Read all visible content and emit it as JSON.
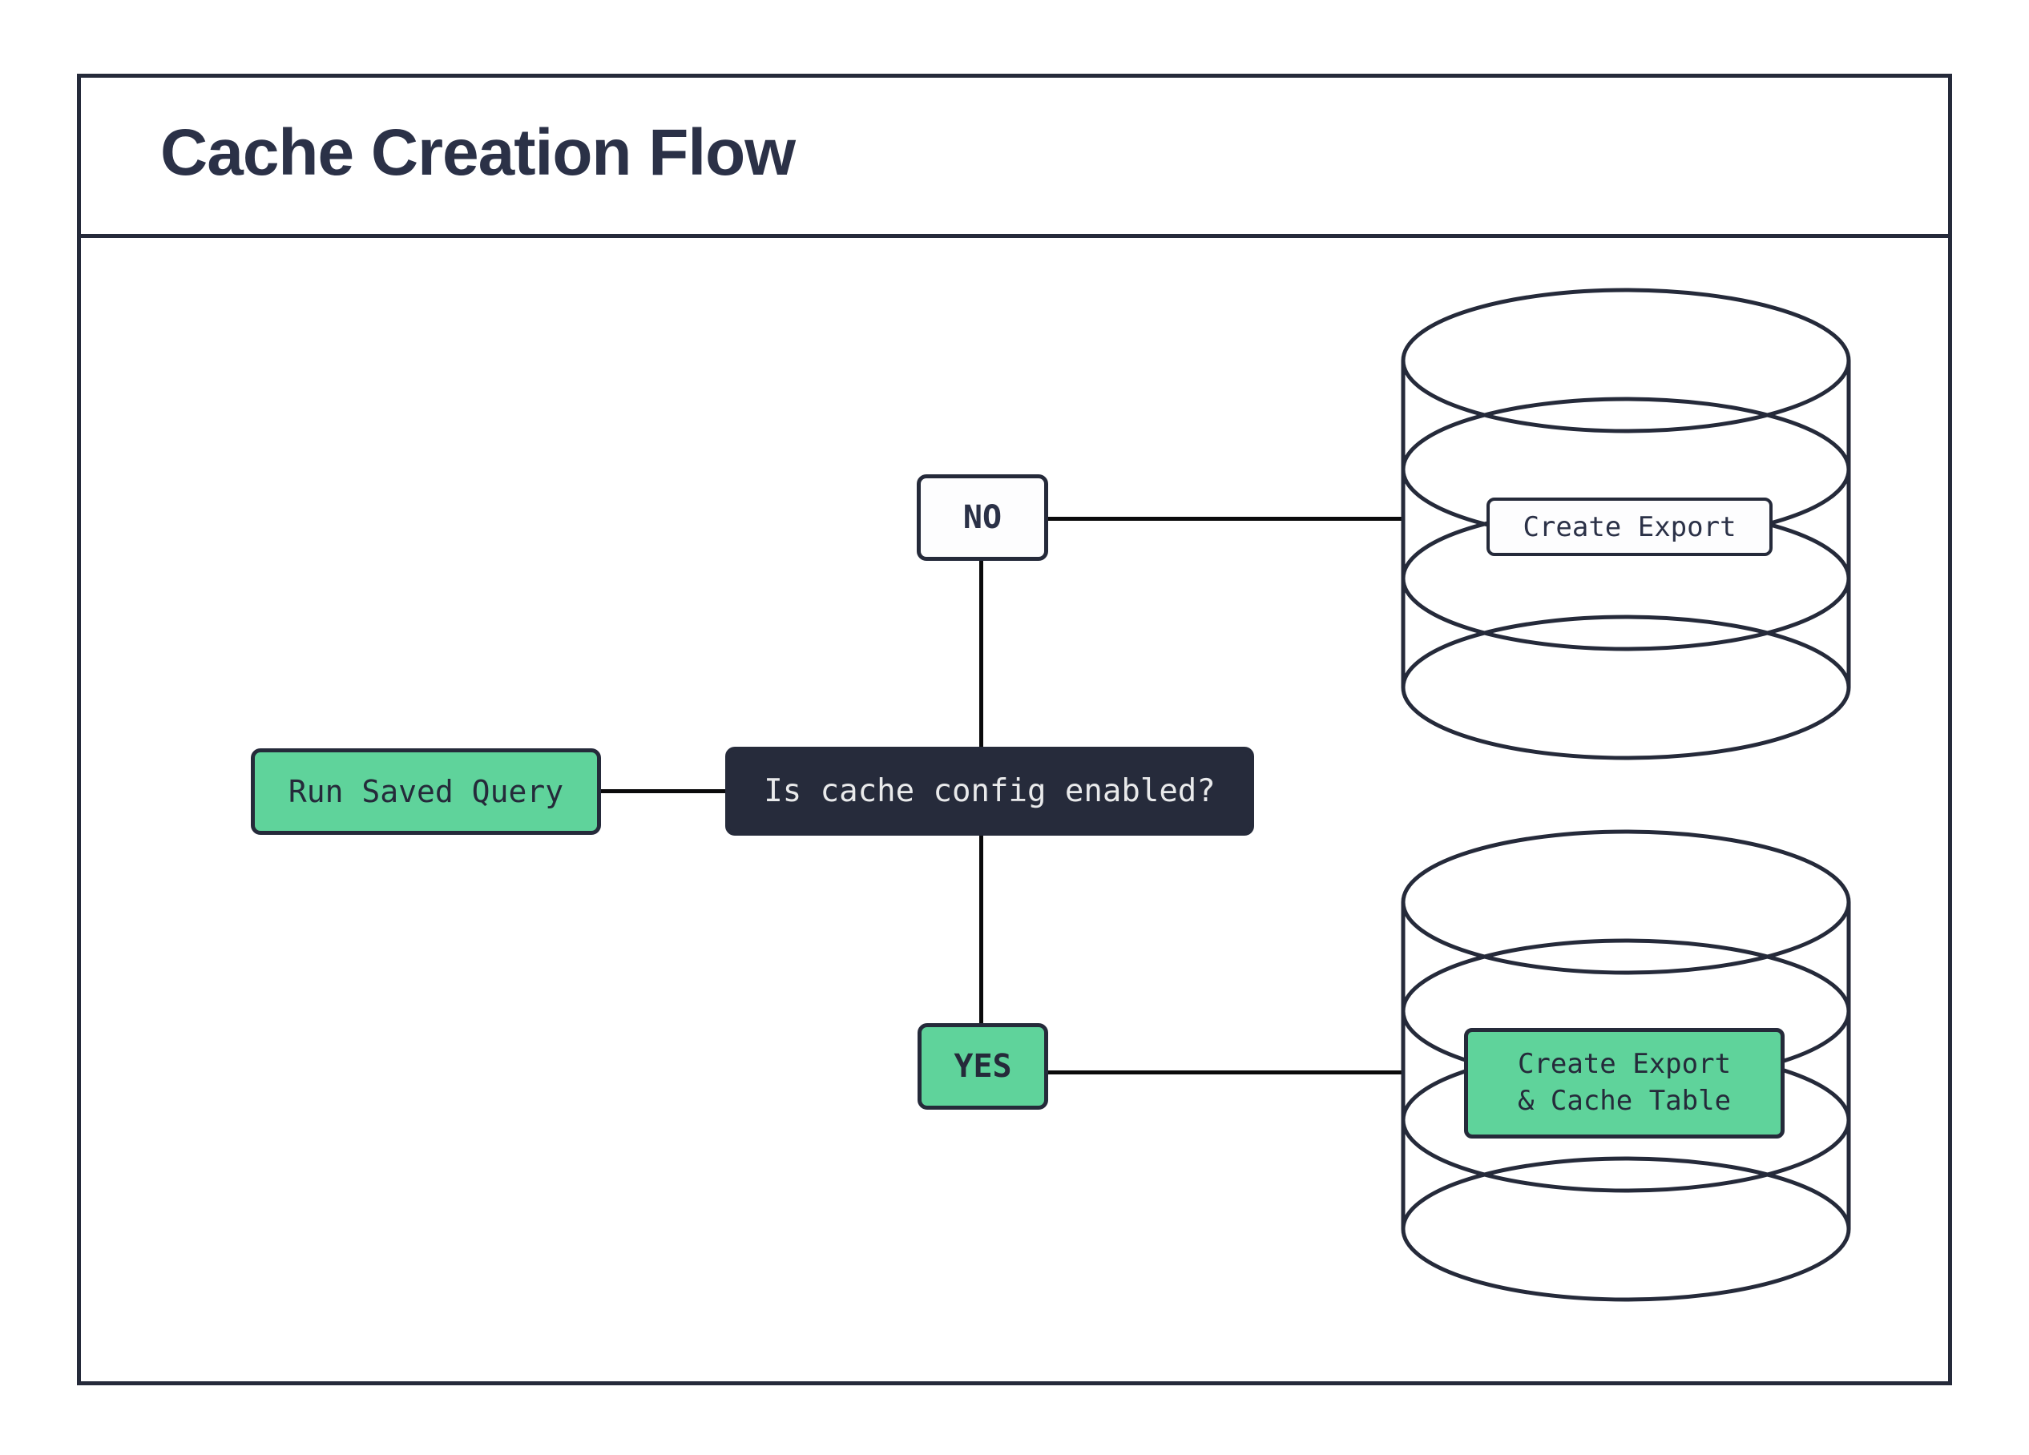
{
  "title": "Cache Creation Flow",
  "nodes": {
    "start": {
      "label": "Run Saved Query"
    },
    "decision": {
      "label": "Is cache config enabled?"
    },
    "branch_no": {
      "label": "NO"
    },
    "branch_yes": {
      "label": "YES"
    },
    "export_db": {
      "label": "Create Export"
    },
    "export_cache_db": {
      "line1": "Create Export",
      "line2": "& Cache Table"
    }
  },
  "colors": {
    "accent_green": "#5FD39B",
    "dark_navy": "#262B3B",
    "stroke_navy": "#252A3A",
    "connector_black": "#0A0A0B",
    "title_text": "#2B3147"
  }
}
